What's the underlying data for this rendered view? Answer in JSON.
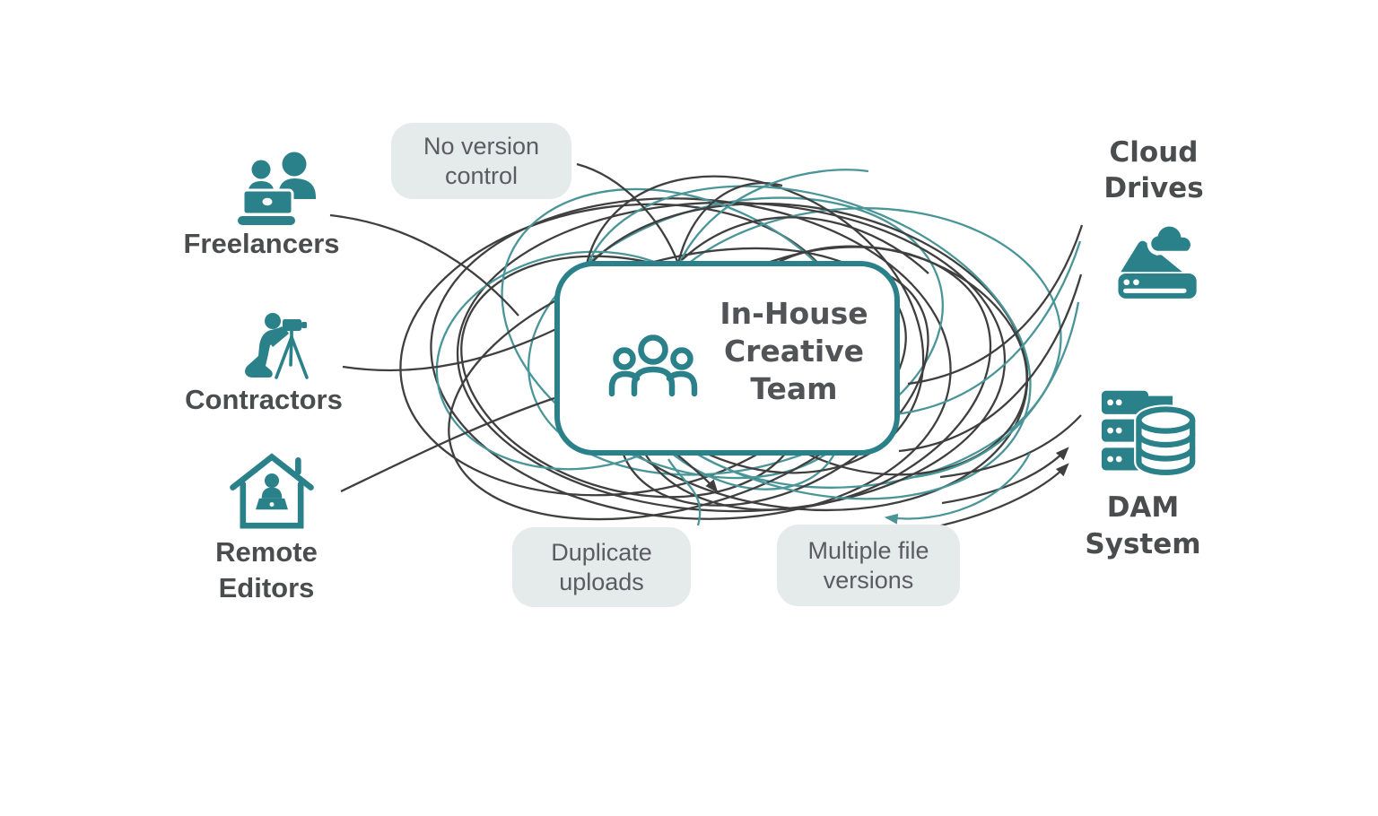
{
  "colors": {
    "teal": "#2B818A",
    "teal_curve": "#4A9598",
    "ink": "#3F3F3F",
    "label_text": "#4B4C4E",
    "title_text": "#525356",
    "badge_bg": "#E5EAEA",
    "badge_text": "#5A5C5F",
    "bg": "#FFFFFF"
  },
  "nodes": {
    "freelancers": {
      "label": "Freelancers"
    },
    "contractors": {
      "label": "Contractors"
    },
    "remote_editors": {
      "line1": "Remote",
      "line2": "Editors"
    },
    "team": {
      "line1": "In-House",
      "line2": "Creative",
      "line3": "Team"
    },
    "cloud_drives": {
      "line1": "Cloud",
      "line2": "Drives"
    },
    "dam_system": {
      "line1": "DAM",
      "line2": "System"
    }
  },
  "badges": {
    "no_version_control": {
      "line1": "No version",
      "line2": "control"
    },
    "duplicate_uploads": {
      "line1": "Duplicate",
      "line2": "uploads"
    },
    "multiple_file_versions": {
      "line1": "Multiple file",
      "line2": "versions"
    }
  },
  "icons": {
    "freelancers": "freelancers-duo-laptop-icon",
    "contractors": "photographer-tripod-icon",
    "remote_editors": "house-remote-worker-icon",
    "team": "team-people-outline-icon",
    "cloud_drives": "cloud-storage-drive-icon",
    "dam_system": "server-database-icon",
    "arrowhead": "arrowhead-icon"
  }
}
